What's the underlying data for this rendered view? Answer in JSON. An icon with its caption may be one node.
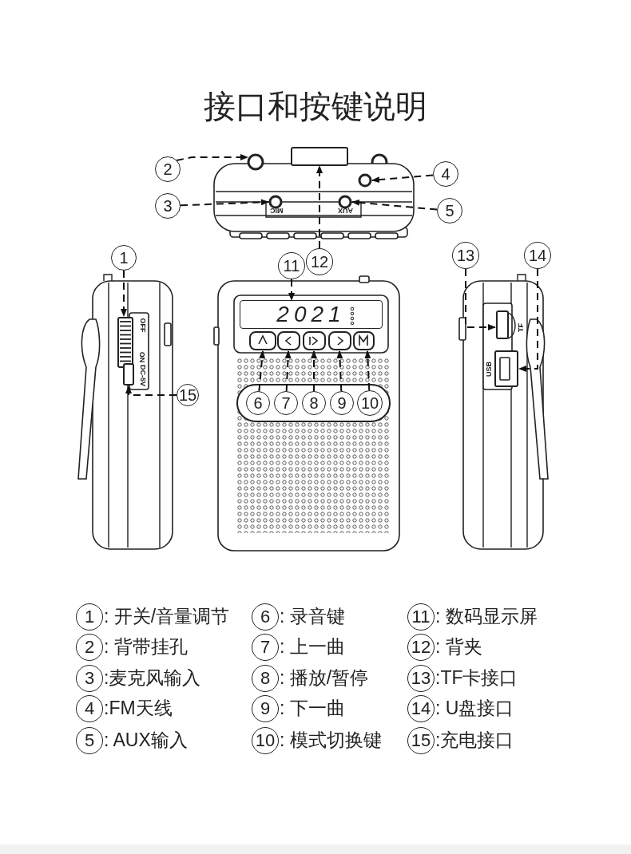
{
  "diagram": {
    "title": "接口和按键说明",
    "nodes": [
      {
        "text": [
          "1"
        ]
      },
      {
        "text": [
          "2"
        ]
      },
      {
        "text": [
          "3"
        ]
      },
      {
        "text": [
          "4"
        ]
      },
      {
        "text": [
          "5"
        ]
      },
      {
        "text": [
          "6"
        ]
      },
      {
        "text": [
          "7"
        ]
      },
      {
        "text": [
          "8"
        ]
      },
      {
        "text": [
          "9"
        ]
      },
      {
        "text": [
          "10"
        ]
      },
      {
        "text": [
          "11"
        ]
      },
      {
        "text": [
          "12"
        ]
      },
      {
        "text": [
          "13"
        ]
      },
      {
        "text": [
          "14"
        ]
      },
      {
        "text": [
          "15"
        ]
      },
      {
        "text": [
          "1"
        ],
        "beside": [
          ": 开关/音量调节"
        ]
      },
      {
        "text": [
          "6"
        ],
        "beside": [
          ": 录音键"
        ]
      },
      {
        "text": [
          "11"
        ],
        "beside": [
          ": 数码显示屏"
        ]
      },
      {
        "text": [
          "2"
        ],
        "beside": [
          ": 背带挂孔"
        ]
      },
      {
        "text": [
          "7"
        ],
        "beside": [
          ": 上一曲"
        ]
      },
      {
        "text": [
          "12"
        ],
        "beside": [
          ": 背夹"
        ]
      },
      {
        "text": [
          "3"
        ],
        "beside": [
          ":麦克风输入"
        ]
      },
      {
        "text": [
          "8"
        ],
        "beside": [
          ": 播放/暂停"
        ]
      },
      {
        "text": [
          "13"
        ],
        "beside": [
          ":TF卡接口"
        ]
      },
      {
        "text": [
          "4"
        ],
        "beside": [
          ":FM天线"
        ]
      },
      {
        "text": [
          "9"
        ],
        "beside": [
          ": 下一曲"
        ]
      },
      {
        "text": [
          "14"
        ],
        "beside": [
          ": U盘接口"
        ]
      },
      {
        "text": [
          "5"
        ],
        "beside": [
          ": AUX输入"
        ]
      },
      {
        "text": [
          "10"
        ],
        "beside": [
          ": 模式切换键"
        ]
      },
      {
        "text": [
          "15"
        ],
        "beside": [
          ":充电接口"
        ]
      },
      {
        "text": [],
        "shape": "box"
      },
      {
        "text": [],
        "shape": "circle"
      },
      {
        "text": [],
        "shape": "circle"
      },
      {
        "text": [],
        "shape": "circle"
      },
      {
        "text": [],
        "shape": "circle"
      },
      {
        "text": [],
        "shape": "box"
      },
      {
        "text": [],
        "shape": "box"
      },
      {
        "text": [],
        "shape": "box"
      },
      {
        "text": [],
        "shape": "box"
      },
      {
        "text": [],
        "shape": "box"
      },
      {
        "text": [
          "2021"
        ]
      },
      {
        "text": [],
        "shape": "box"
      },
      {
        "text": [],
        "shape": "box"
      },
      {
        "text": [],
        "shape": "box"
      },
      {
        "text": [],
        "shape": "box"
      }
    ],
    "edges": [
      {
        "from": 0,
        "to": 30,
        "arrow": "to",
        "style": "dashed"
      },
      {
        "from": 1,
        "to": 31,
        "arrow": "to",
        "style": "dashed"
      },
      {
        "from": 2,
        "to": 32,
        "arrow": "to",
        "style": "dashed"
      },
      {
        "from": 3,
        "to": 33,
        "arrow": "to",
        "style": "dashed"
      },
      {
        "from": 4,
        "to": 34,
        "arrow": "to",
        "style": "dashed"
      },
      {
        "from": 5,
        "to": 35,
        "arrow": "to",
        "style": "dashed"
      },
      {
        "from": 6,
        "to": 36,
        "arrow": "to",
        "style": "dashed"
      },
      {
        "from": 7,
        "to": 37,
        "arrow": "to",
        "style": "dashed"
      },
      {
        "from": 8,
        "to": 38,
        "arrow": "to",
        "style": "dashed"
      },
      {
        "from": 9,
        "to": 39,
        "arrow": "to",
        "style": "dashed"
      },
      {
        "from": 10,
        "to": 40,
        "arrow": "to",
        "style": "dashed"
      },
      {
        "from": 11,
        "to": 41,
        "arrow": "to",
        "style": "dashed"
      },
      {
        "from": 12,
        "to": 42,
        "arrow": "to",
        "style": "dashed"
      },
      {
        "from": 13,
        "to": 43,
        "arrow": "to",
        "style": "dashed"
      },
      {
        "from": 14,
        "to": 44,
        "arrow": "to",
        "style": "dashed"
      }
    ],
    "labels": [
      "MIC",
      "AUX",
      "OFF",
      "ON",
      "DC-5V",
      "TF",
      "USB"
    ]
  }
}
